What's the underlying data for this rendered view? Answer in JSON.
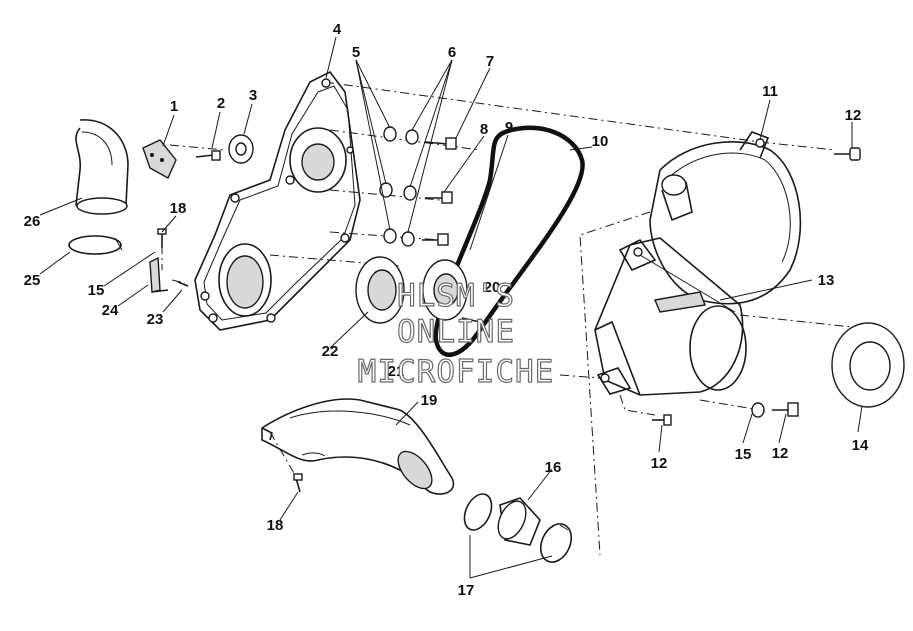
{
  "diagram": {
    "callouts": [
      "1",
      "2",
      "3",
      "4",
      "5",
      "6",
      "7",
      "8",
      "9",
      "10",
      "11",
      "12",
      "12",
      "12",
      "13",
      "14",
      "15",
      "15",
      "16",
      "17",
      "18",
      "18",
      "19",
      "20",
      "21",
      "22",
      "23",
      "24",
      "25",
      "26"
    ]
  },
  "watermark": {
    "line1": "HLSM'S",
    "line2": "ONLINE",
    "line3": "MICROFICHE"
  }
}
